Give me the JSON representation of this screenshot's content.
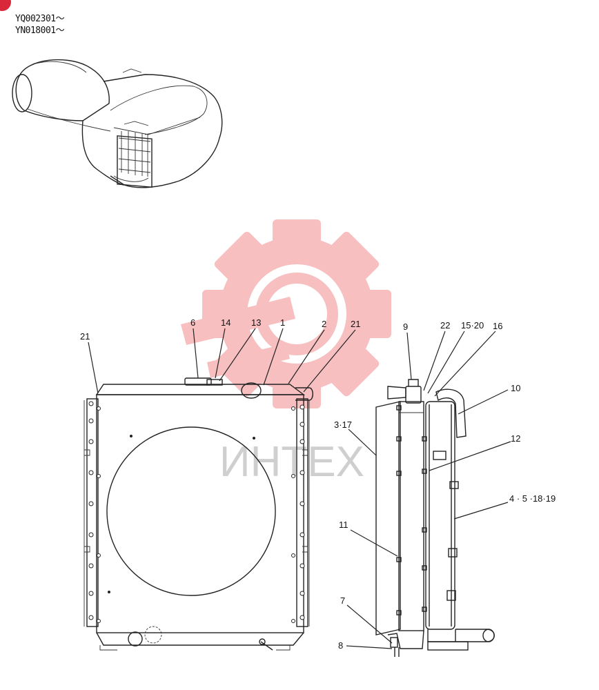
{
  "serials": [
    "YQ002301～",
    "YN018001～"
  ],
  "watermark_text": "ИНТЕХ",
  "colors": {
    "watermark": "#f7b9b9",
    "watermark_text": "#cfcfcf",
    "ink": "#222222",
    "badge": "#d8283a"
  },
  "labels": {
    "l6": "6",
    "l14": "14",
    "l13": "13",
    "l1": "1",
    "l2": "2",
    "l21_top": "21",
    "l21_left": "21",
    "l9": "9",
    "l22": "22",
    "l15_20": "15·20",
    "l16": "16",
    "l10": "10",
    "l3_17": "3·17",
    "l12": "12",
    "l4_5_18_19": "4 · 5 ·18·19",
    "l11": "11",
    "l7": "7",
    "l8": "8"
  }
}
